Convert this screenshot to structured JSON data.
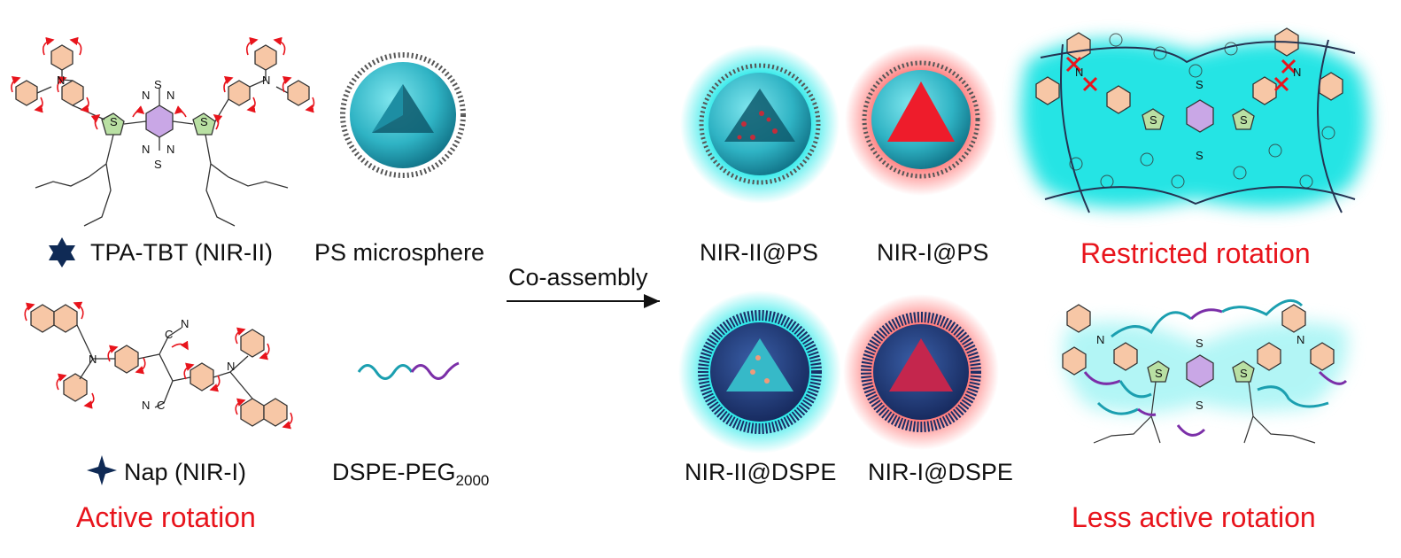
{
  "labels": {
    "tpa_tbt": "TPA-TBT (NIR-II)",
    "ps_microsphere": "PS microsphere",
    "co_assembly": "Co-assembly",
    "nir2_ps": "NIR-II@PS",
    "nir1_ps": "NIR-I@PS",
    "restricted": "Restricted rotation",
    "nap": "Nap (NIR-I)",
    "dspe_peg": "DSPE-PEG",
    "dspe_peg_sub": "2000",
    "nir2_dspe": "NIR-II@DSPE",
    "nir1_dspe": "NIR-I@DSPE",
    "active": "Active rotation",
    "less_active": "Less active rotation"
  },
  "molecule_atoms": {
    "n": "N",
    "s": "S",
    "c": "C"
  },
  "icons": {
    "tpa_tbt_marker": "six-point-star-icon",
    "nap_marker": "four-point-star-icon"
  },
  "colors": {
    "phenyl": "#f7c7a6",
    "thiophene": "#b9e0a3",
    "core": "#c9a7e6",
    "cyan_glow": "#00d8d8",
    "red_glow": "#ff5050",
    "arrow_red": "#e8141c",
    "peg_teal": "#1b9fb0",
    "peg_purple": "#7b2fa8",
    "navy": "#0f2a55"
  }
}
